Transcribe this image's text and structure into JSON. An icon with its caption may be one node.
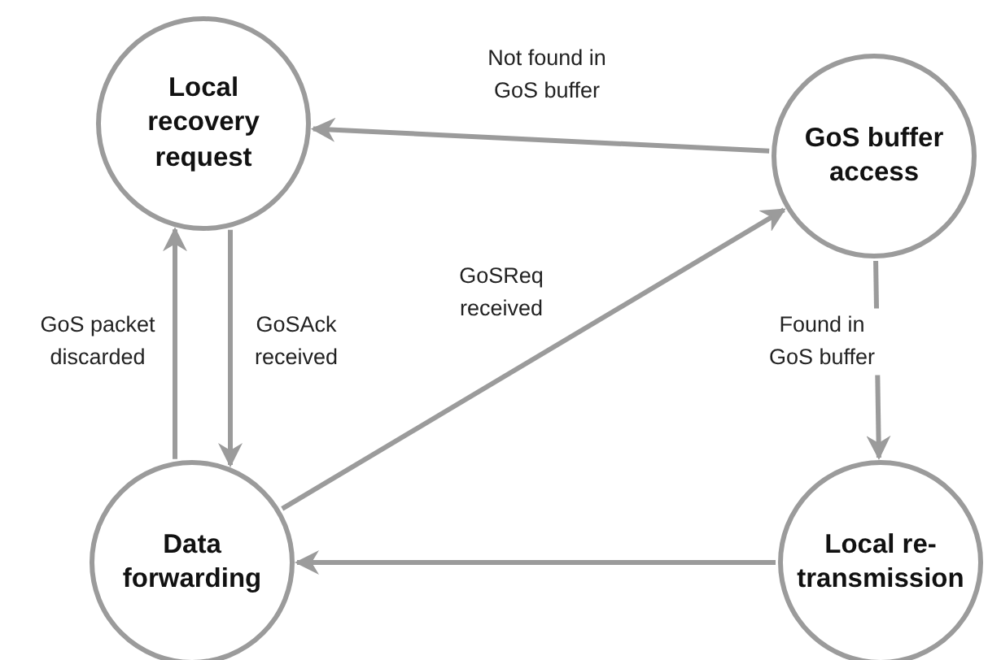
{
  "diagram": {
    "nodes": [
      {
        "text": [
          "Local recovery request"
        ]
      },
      {
        "text": [
          "GoS buffer access"
        ]
      },
      {
        "text": [
          "Data forwarding"
        ]
      },
      {
        "text": [
          "Local re-transmission"
        ]
      }
    ],
    "edges": [
      {
        "from": 1,
        "to": 0,
        "arrow": "to",
        "label": "Not found in GoS buffer"
      },
      {
        "from": 0,
        "to": 2,
        "arrow": "to",
        "label": "GoSAck received"
      },
      {
        "from": 2,
        "to": 0,
        "arrow": "to",
        "label": "GoS packet discarded"
      },
      {
        "from": 2,
        "to": 1,
        "arrow": "to",
        "label": "GoSReq received"
      },
      {
        "from": 1,
        "to": 3,
        "arrow": "to",
        "label": "Found in GoS buffer"
      },
      {
        "from": 3,
        "to": 2,
        "arrow": "to"
      }
    ]
  }
}
